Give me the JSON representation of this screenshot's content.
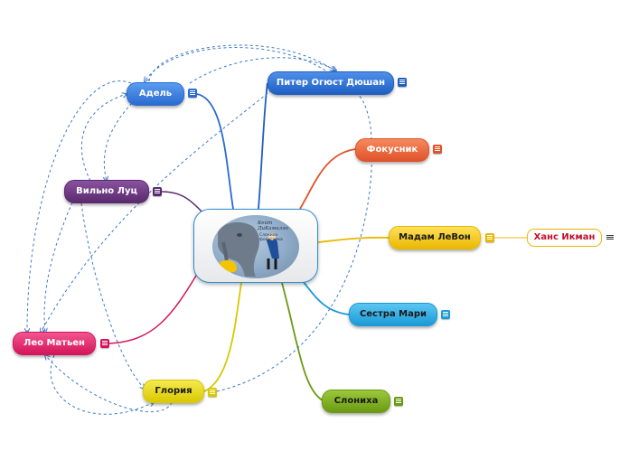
{
  "nodes": [
    {
      "key": "adel",
      "label": "Адель",
      "color": "#2a6bd0",
      "color2": "#5a9cf0"
    },
    {
      "key": "piter",
      "label": "Питер Огюст Дюшан",
      "color": "#1f5fc4",
      "color2": "#4f8fea"
    },
    {
      "key": "fokusnik",
      "label": "Фокусник",
      "color": "#e0522a",
      "color2": "#f58a5e"
    },
    {
      "key": "vilno",
      "label": "Вильно Луц",
      "color": "#5a2a6e",
      "color2": "#8a52a0"
    },
    {
      "key": "madam",
      "label": "Мадам ЛеВон",
      "color": "#e9b800",
      "color2": "#ffe05a"
    },
    {
      "key": "sestra",
      "label": "Сестра Мари",
      "color": "#1a9ad6",
      "color2": "#5cc6f2"
    },
    {
      "key": "leo",
      "label": "Лео Матьен",
      "color": "#d4145a",
      "color2": "#f25590"
    },
    {
      "key": "gloria",
      "label": "Глория",
      "color": "#d9c800",
      "color2": "#f5ea50"
    },
    {
      "key": "slonikha",
      "label": "Слониха",
      "color": "#6a9a12",
      "color2": "#9cc83a"
    }
  ],
  "subnode": {
    "label": "Ханс Икман"
  },
  "center": {
    "title_lines": [
      "Кейт",
      "ДиКамилло",
      "Слониха",
      "фокусника"
    ]
  }
}
